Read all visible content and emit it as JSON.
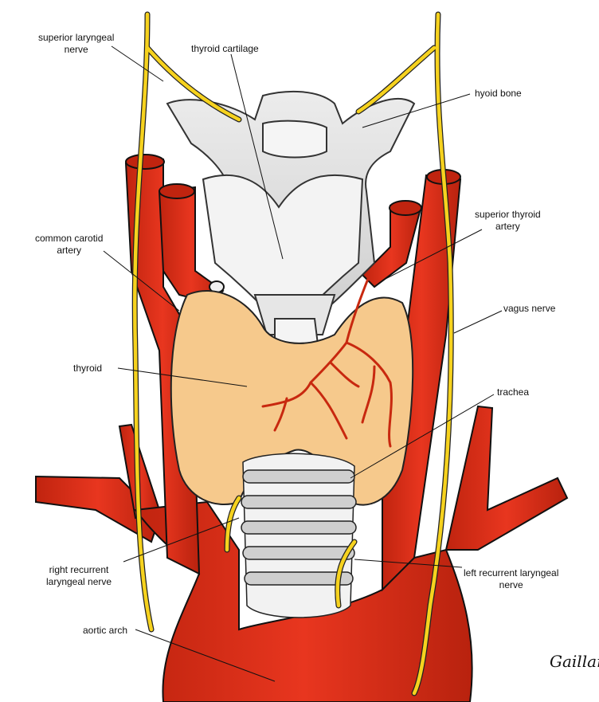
{
  "labels": {
    "superior_laryngeal_nerve": "superior laryngeal\nnerve",
    "thyroid_cartilage": "thyroid cartilage",
    "hyoid_bone": "hyoid bone",
    "superior_thyroid_artery": "superior thyroid\nartery",
    "common_carotid_artery": "common carotid\nartery",
    "vagus_nerve": "vagus nerve",
    "thyroid": "thyroid",
    "trachea": "trachea",
    "right_recurrent_laryngeal_nerve": "right recurrent\nlaryngeal nerve",
    "left_recurrent_laryngeal_nerve": "left recurrent laryngeal\nnerve",
    "aortic_arch": "aortic arch"
  },
  "colors": {
    "artery": "#e0301e",
    "artery_dark": "#a81d10",
    "nerve": "#f6d21e",
    "thyroid": "#f6c98c",
    "cartilage": "#d9d9d9",
    "trachea_ring": "#c8c8c8"
  }
}
